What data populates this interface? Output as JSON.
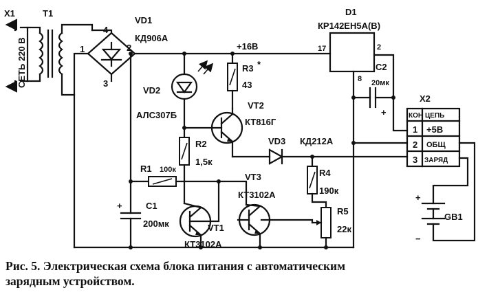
{
  "labels": {
    "x1": "X1",
    "mains": "СЕТЬ 220 В",
    "t1": "T1",
    "t1_pin": "1",
    "vd1": "VD1",
    "vd1_type": "КД906А",
    "bridge_pin2": "2",
    "bridge_pin3": "3",
    "bridge_pin4": "4",
    "supply_voltage": "+16В",
    "d1": "D1",
    "d1_type": "КР142ЕН5А(В)",
    "d1_pin17": "17",
    "d1_pin2": "2",
    "d1_pin8": "8",
    "vd2": "VD2",
    "vd2_type": "АЛС307Б",
    "r3": "R3",
    "r3_value": "43",
    "r3_mark": "*",
    "c2": "C2",
    "c2_value": "20мк",
    "c2_plus": "+",
    "vt2": "VT2",
    "vt2_type": "КТ816Г",
    "r2": "R2",
    "r2_value": "1,5к",
    "vd3": "VD3",
    "vd3_type": "КД212А",
    "r1": "R1",
    "r1_value": "100к",
    "r4": "R4",
    "r4_value": "190к",
    "vt3": "VT3",
    "vt3_type": "КТ3102А",
    "r5": "R5",
    "r5_value": "22к",
    "c1": "C1",
    "c1_value": "200мк",
    "c1_plus": "+",
    "vt1": "VT1",
    "vt1_type": "КТ3102А",
    "gb1": "GB1",
    "gb1_plus": "+",
    "gb1_minus": "−"
  },
  "connector": {
    "name": "X2",
    "header_pin": "КОН",
    "header_net": "ЦЕПЬ",
    "rows": [
      {
        "pin": "1",
        "net": "+5В"
      },
      {
        "pin": "2",
        "net": "ОБЩ"
      },
      {
        "pin": "3",
        "net": "ЗАРЯД"
      }
    ]
  },
  "caption": {
    "line1": "Рис. 5. Электрическая схема блока питания с автоматическим",
    "line2": "зарядным устройством."
  }
}
